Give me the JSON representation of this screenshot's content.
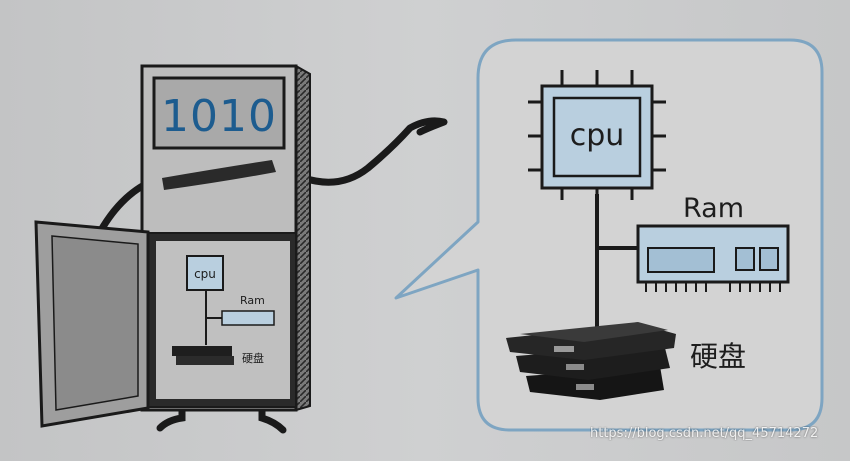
{
  "server": {
    "display_text": "1010"
  },
  "callout": {
    "cpu_label": "cpu",
    "ram_label": "Ram",
    "disk_label": "硬盘"
  },
  "inner": {
    "cpu_label": "cpu",
    "ram_label": "Ram",
    "disk_label": "硬盘"
  },
  "watermark": "https://blog.csdn.net/qq_45714272",
  "colors": {
    "background": "#c9cacb",
    "chip": "#b9cfdf",
    "display_text": "#1d5c8f",
    "cabinet": "#bdbdbd",
    "callout_fill": "#d3d3d3",
    "callout_border": "#7ea5c2"
  }
}
